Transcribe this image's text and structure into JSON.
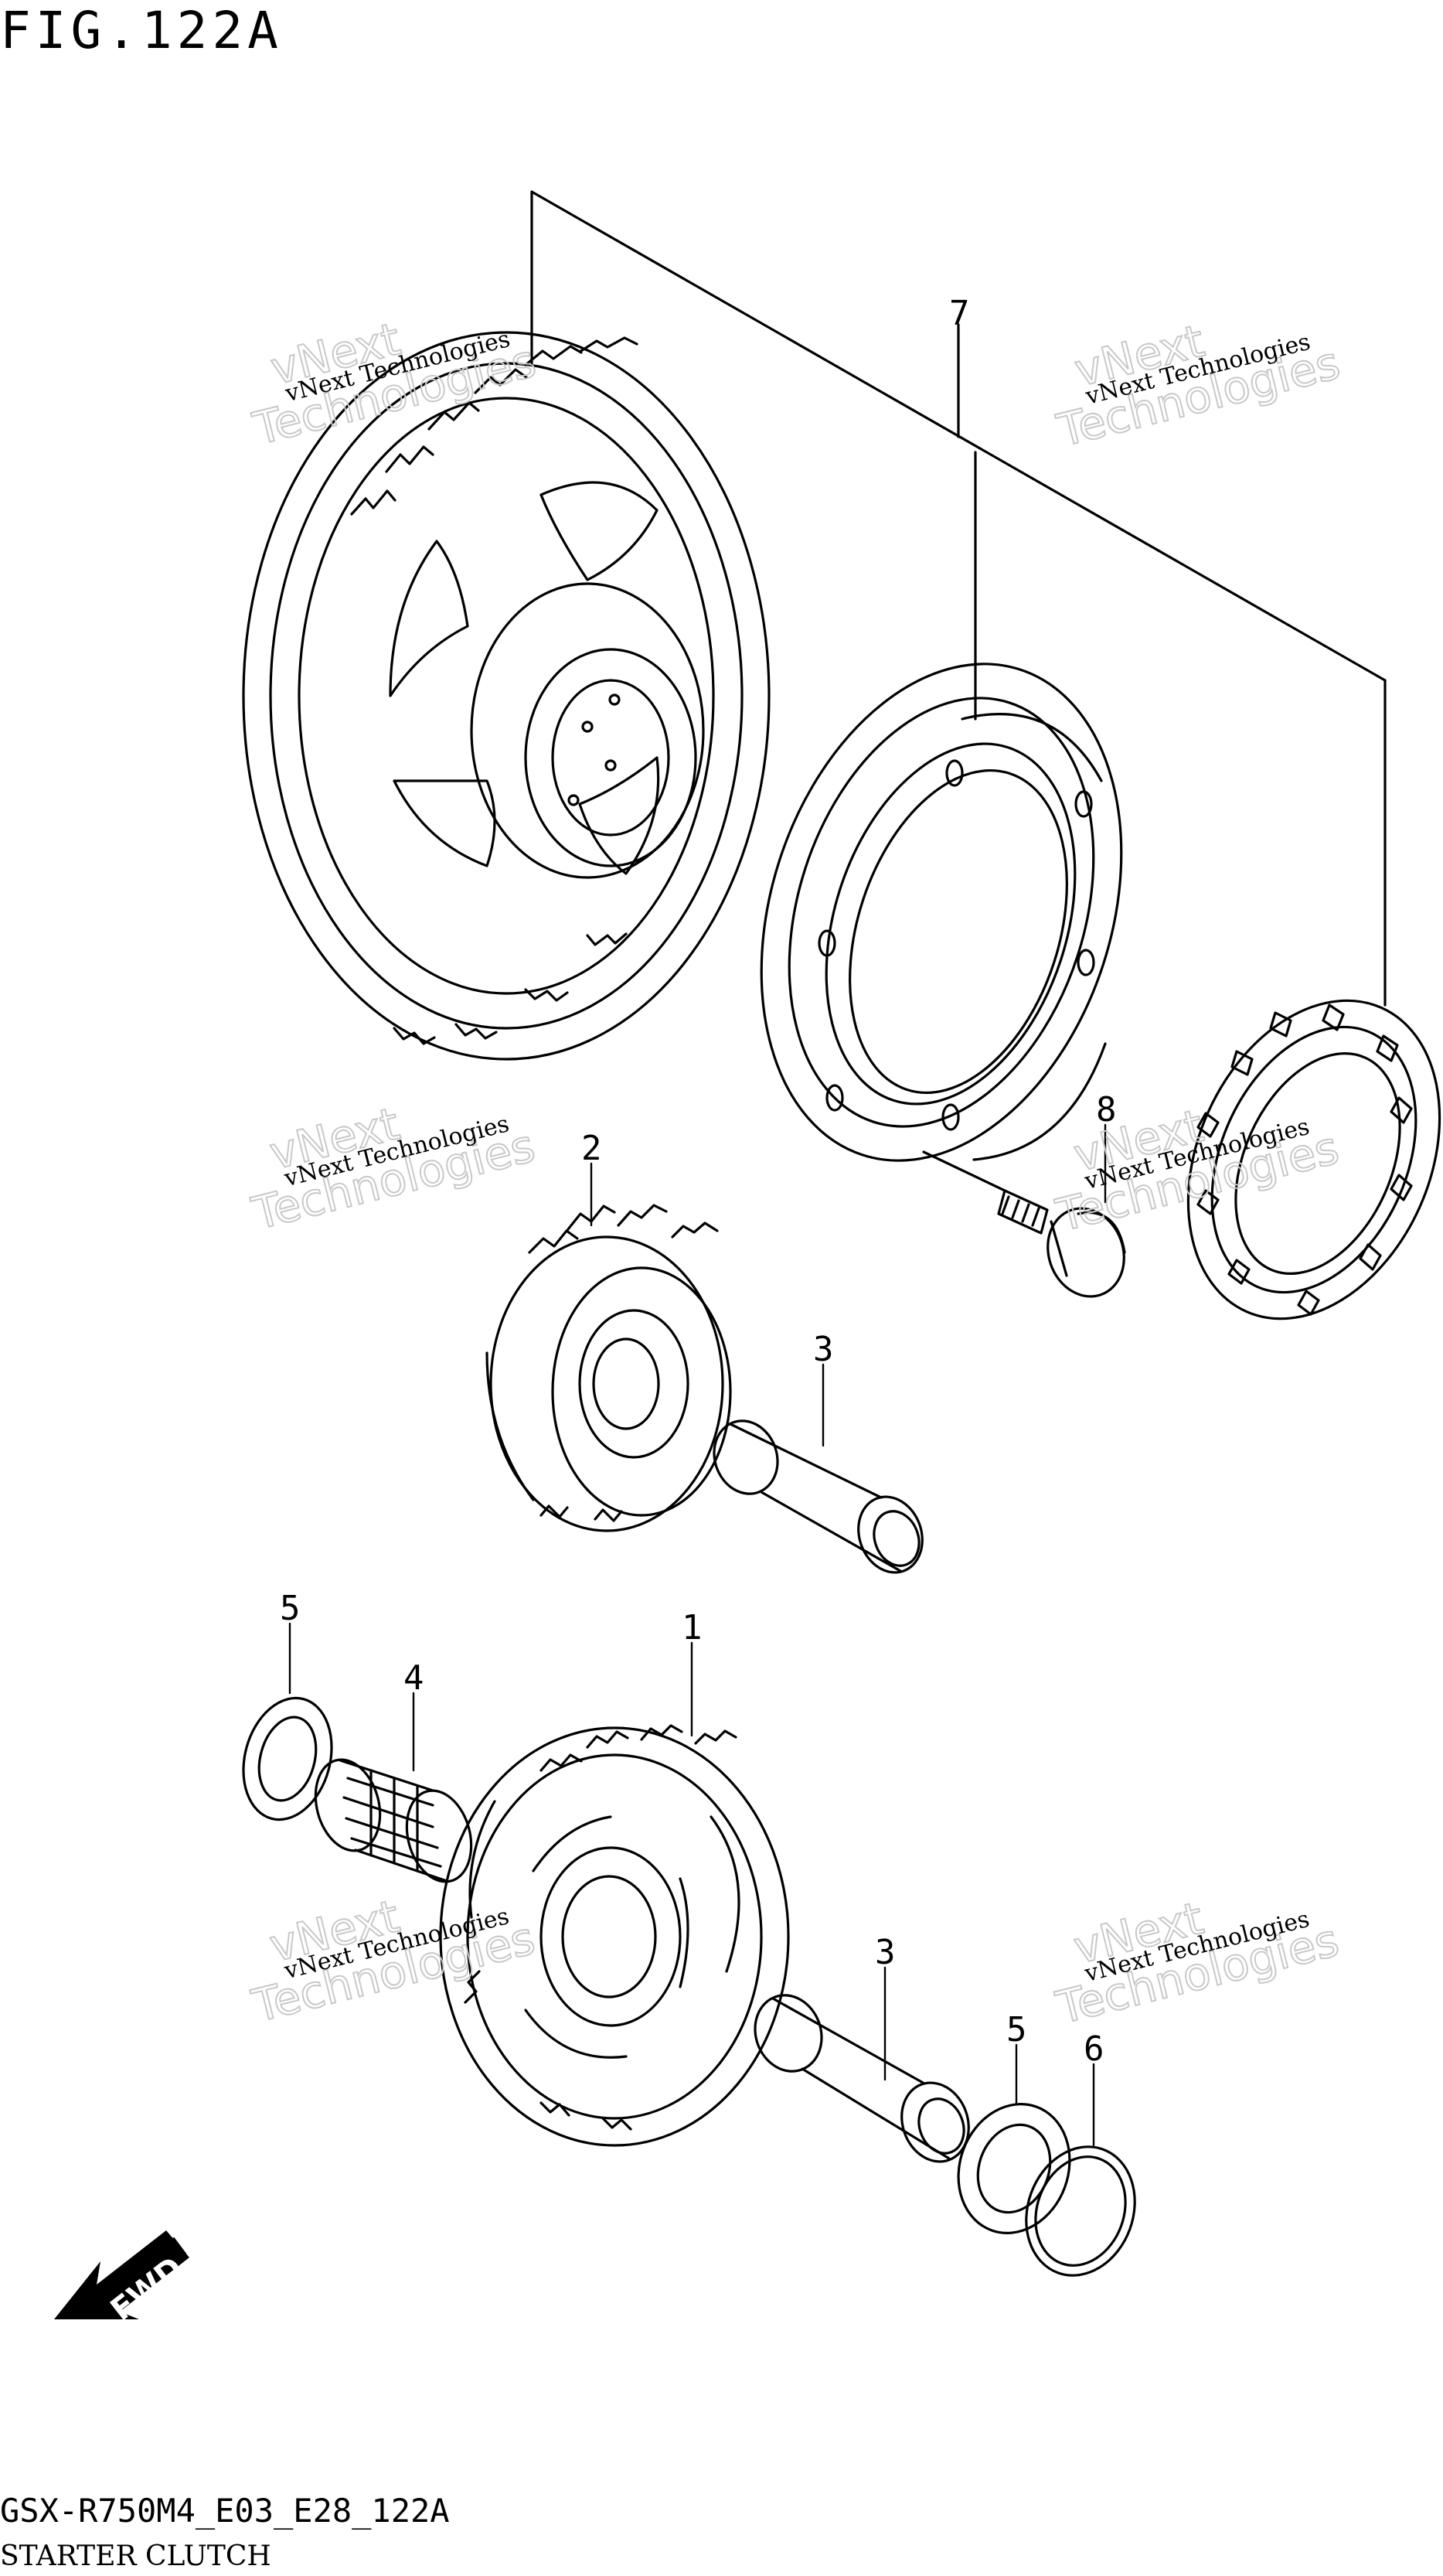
{
  "figure": {
    "title": "FIG.122A",
    "model_code": "GSX-R750M4_E03_E28_122A",
    "name": "STARTER CLUTCH"
  },
  "callouts": [
    "1",
    "2",
    "3",
    "3",
    "4",
    "5",
    "5",
    "6",
    "7",
    "8"
  ],
  "direction_indicator": "FWD",
  "watermark": {
    "line1": "vNext Technologies",
    "line2": "vNext",
    "line3": "Technologies"
  }
}
